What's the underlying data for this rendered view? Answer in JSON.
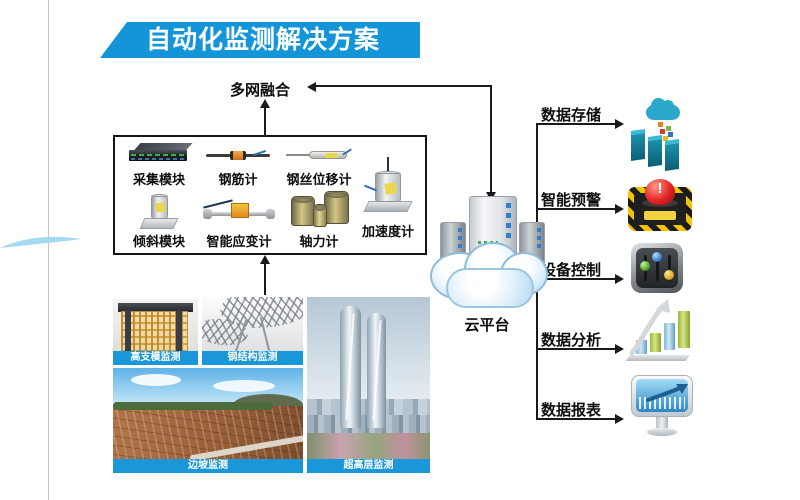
{
  "title": "自动化监测解决方案",
  "network_label": "多网融合",
  "cloud": {
    "label": "云平台",
    "icon": "server-cluster-on-clouds-icon"
  },
  "sensor_box": {
    "items": [
      {
        "label": "采集模块",
        "icon": "daq-module-icon"
      },
      {
        "label": "钢筋计",
        "icon": "rebar-gauge-icon"
      },
      {
        "label": "钢丝位移计",
        "icon": "wire-displacement-gauge-icon"
      },
      {
        "label": "倾斜模块",
        "icon": "tilt-module-icon"
      },
      {
        "label": "智能应变计",
        "icon": "smart-strain-gauge-icon"
      },
      {
        "label": "轴力计",
        "icon": "axial-force-gauge-icon"
      },
      {
        "label": "加速度计",
        "icon": "accelerometer-icon"
      }
    ]
  },
  "services": [
    {
      "label": "数据存储",
      "icon": "data-storage-icon"
    },
    {
      "label": "智能预警",
      "icon": "smart-alert-icon",
      "alert_mark": "!"
    },
    {
      "label": "设备控制",
      "icon": "device-control-icon"
    },
    {
      "label": "数据分析",
      "icon": "data-analysis-icon"
    },
    {
      "label": "数据报表",
      "icon": "data-report-icon"
    }
  ],
  "scenarios": [
    {
      "label": "高支模监测"
    },
    {
      "label": "钢结构监测"
    },
    {
      "label": "边坡监测"
    },
    {
      "label": "超高层监测"
    }
  ],
  "colors": {
    "banner_blue": "#1495d9",
    "photo_caption_blue": "#1a97d8",
    "line_black": "#1a1a1a",
    "storage_teal": "#2ba7cc",
    "alert_red": "#e32222",
    "hazard_yellow": "#f5c400"
  }
}
